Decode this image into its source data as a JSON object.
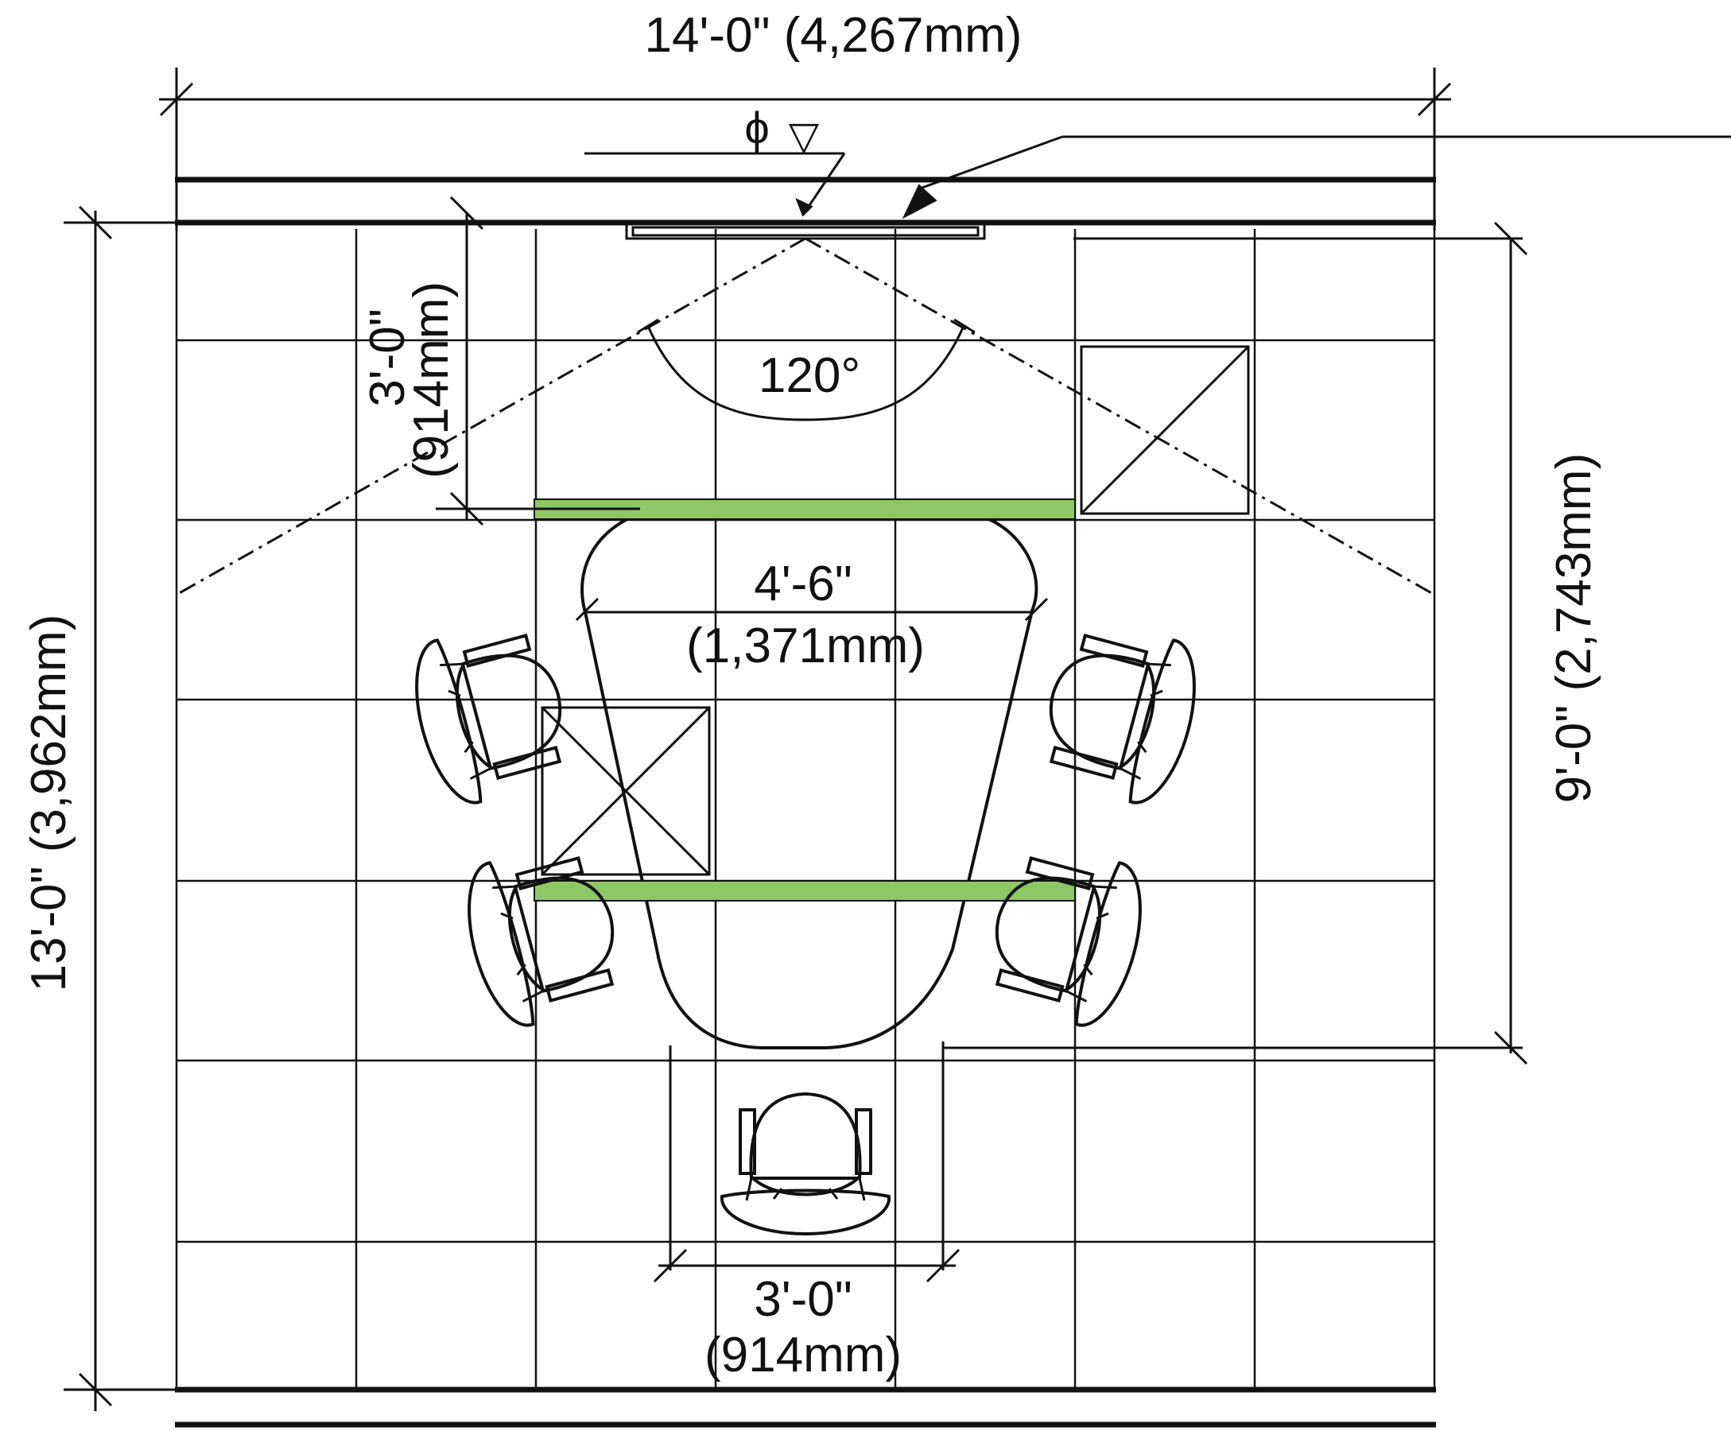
{
  "dimensions": {
    "room_width": "14'-0\" (4,267mm)",
    "room_depth": "13'-0\" (3,962mm)",
    "viewing_depth": "9'-0\" (2,743mm)",
    "screen_offset_ft": "3'-0\"",
    "screen_offset_mm": "(914mm)",
    "viewing_angle": "120°",
    "table_width_ft": "4'-6\"",
    "table_width_mm": "(1,371mm)",
    "chair_clearance_ft": "3'-0\"",
    "chair_clearance_mm": "(914mm)"
  },
  "colors": {
    "lines": "#111111",
    "highlight": "#8dc766",
    "background": "#ffffff"
  },
  "symbols": {
    "ceiling_mark": "ϕ",
    "level_mark": "▽"
  }
}
